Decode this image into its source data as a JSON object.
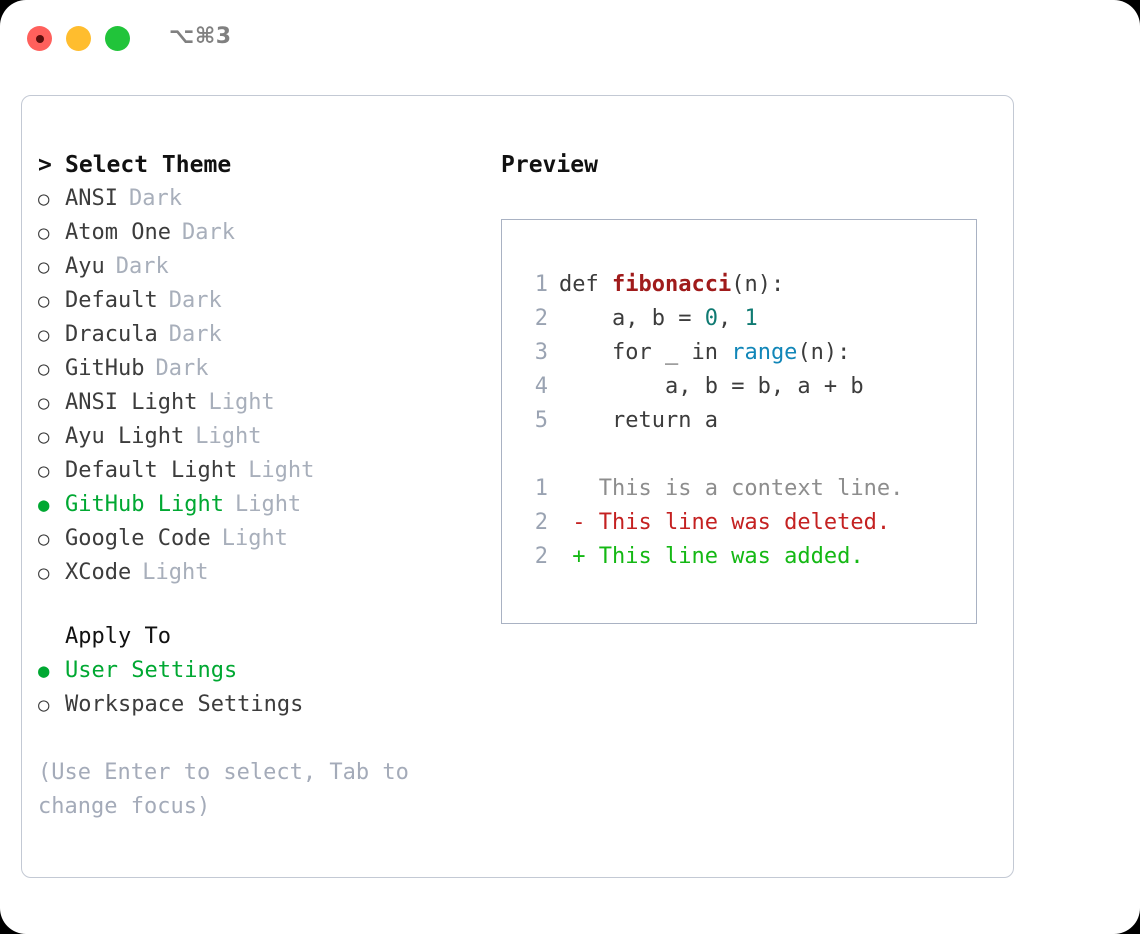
{
  "titlebar": {
    "lights": [
      "close",
      "minimize",
      "zoom"
    ],
    "shortcut": "⌥⌘3"
  },
  "theme_list": {
    "caret": ">",
    "title": "Select Theme",
    "bullet_on": "●",
    "bullet_off": "○",
    "items": [
      {
        "label": "ANSI",
        "tag": "Dark",
        "selected": false
      },
      {
        "label": "Atom One",
        "tag": "Dark",
        "selected": false
      },
      {
        "label": "Ayu",
        "tag": "Dark",
        "selected": false
      },
      {
        "label": "Default",
        "tag": "Dark",
        "selected": false
      },
      {
        "label": "Dracula",
        "tag": "Dark",
        "selected": false
      },
      {
        "label": "GitHub",
        "tag": "Dark",
        "selected": false
      },
      {
        "label": "ANSI Light",
        "tag": "Light",
        "selected": false
      },
      {
        "label": "Ayu Light",
        "tag": "Light",
        "selected": false
      },
      {
        "label": "Default Light",
        "tag": "Light",
        "selected": false
      },
      {
        "label": "GitHub Light",
        "tag": "Light",
        "selected": true
      },
      {
        "label": "Google Code",
        "tag": "Light",
        "selected": false
      },
      {
        "label": "XCode",
        "tag": "Light",
        "selected": false
      }
    ]
  },
  "apply_to": {
    "title": "Apply To",
    "items": [
      {
        "label": "User Settings",
        "selected": true
      },
      {
        "label": "Workspace Settings",
        "selected": false
      }
    ]
  },
  "hint": "(Use Enter to select, Tab to change focus)",
  "preview": {
    "title": "Preview",
    "code_lines": [
      {
        "n": "1",
        "indent": "",
        "tokens": [
          {
            "t": "def ",
            "k": "plain"
          },
          {
            "t": "fibonacci",
            "k": "fn"
          },
          {
            "t": "(n):",
            "k": "plain"
          }
        ]
      },
      {
        "n": "2",
        "indent": "    ",
        "tokens": [
          {
            "t": "a, b = ",
            "k": "plain"
          },
          {
            "t": "0",
            "k": "num"
          },
          {
            "t": ", ",
            "k": "plain"
          },
          {
            "t": "1",
            "k": "num"
          }
        ]
      },
      {
        "n": "3",
        "indent": "    ",
        "tokens": [
          {
            "t": "for _ in ",
            "k": "plain"
          },
          {
            "t": "range",
            "k": "call"
          },
          {
            "t": "(n):",
            "k": "plain"
          }
        ]
      },
      {
        "n": "4",
        "indent": "        ",
        "tokens": [
          {
            "t": "a, b = b, a + b",
            "k": "plain"
          }
        ]
      },
      {
        "n": "5",
        "indent": "    ",
        "tokens": [
          {
            "t": "return a",
            "k": "plain"
          }
        ]
      }
    ],
    "diff_lines": [
      {
        "n": "1",
        "marker": " ",
        "text": "This is a context line.",
        "kind": "context"
      },
      {
        "n": "2",
        "marker": "-",
        "text": "This line was deleted.",
        "kind": "del"
      },
      {
        "n": "2",
        "marker": "+",
        "text": "This line was added.",
        "kind": "add"
      }
    ]
  },
  "colors": {
    "accent_green": "#00a832",
    "muted": "#a8afbb",
    "text": "#3c3c3c",
    "diff_add": "#14b814",
    "diff_del": "#c42121",
    "panel_border": "#c3c9d4",
    "preview_border": "#a9b2c3"
  }
}
